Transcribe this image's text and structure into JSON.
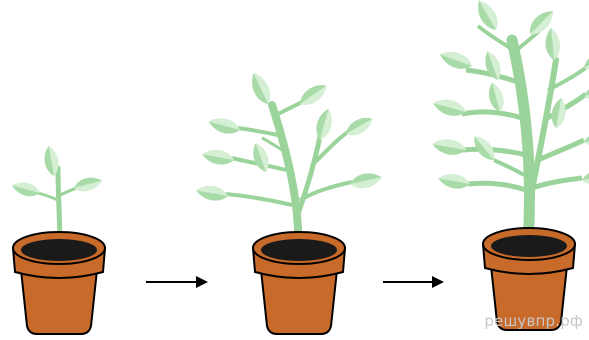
{
  "watermark": "решувпр.рф",
  "stages": [
    {
      "name": "seedling",
      "pot_color": "#c86a2a"
    },
    {
      "name": "young-plant",
      "pot_color": "#c86a2a"
    },
    {
      "name": "mature-plant",
      "pot_color": "#c86a2a"
    }
  ],
  "colors": {
    "stem": "#9ad49a",
    "leaf_dark": "#a9dba9",
    "leaf_light": "#d4efd4",
    "pot": "#c86a2a",
    "pot_outline": "#000000",
    "soil": "#1a1a1a",
    "arrow": "#000000"
  },
  "icons": [
    "arrow-right-icon",
    "arrow-right-icon"
  ]
}
